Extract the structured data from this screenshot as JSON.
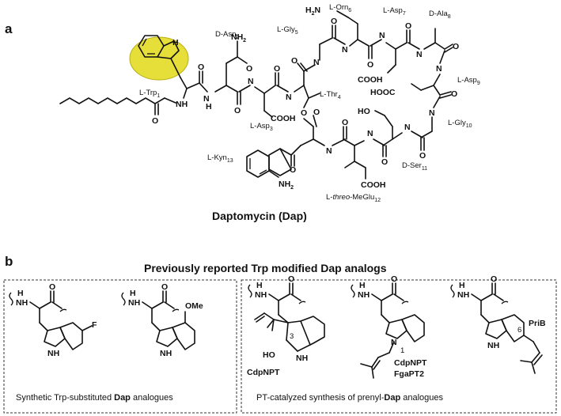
{
  "panel_a": {
    "label": "a",
    "compound_title": "Daptomycin (Dap)",
    "residues": {
      "trp1": "L-Trp",
      "trp1_n": "1",
      "asn2": "D-Asn",
      "asn2_n": "2",
      "asp3": "L-Asp",
      "asp3_n": "3",
      "thr4": "L-Thr",
      "thr4_n": "4",
      "gly5": "L-Gly",
      "gly5_n": "5",
      "orn6": "L-Orn",
      "orn6_n": "6",
      "asp7": "L-Asp",
      "asp7_n": "7",
      "ala8": "D-Ala",
      "ala8_n": "8",
      "asp9": "L-Asp",
      "asp9_n": "9",
      "gly10": "L-Gly",
      "gly10_n": "10",
      "ser11": "D-Ser",
      "ser11_n": "11",
      "meglu_prefix": "L-",
      "meglu_italic": "threo",
      "meglu_suffix": "-MeGlu",
      "meglu_n": "12",
      "kyn13": "L-Kyn",
      "kyn13_n": "13"
    },
    "atoms": {
      "h2n": "H2N",
      "nh2": "NH2",
      "nh2_kyn": "NH2",
      "nh": "NH",
      "h": "H",
      "n": "N",
      "o": "O",
      "cooh": "COOH",
      "hooc": "HOOC",
      "ho": "HO"
    },
    "highlight_color": "#e6df3a"
  },
  "panel_b": {
    "label": "b",
    "title": "Previously reported Trp modified Dap analogs",
    "left_box": {
      "caption_pre": "Synthetic Trp-substituted ",
      "caption_bold": "Dap",
      "caption_post": " analogues",
      "substituent_1": "F",
      "substituent_2": "OMe",
      "nh_label": "NH",
      "indole_nh": "NH",
      "hn": "H",
      "o": "O"
    },
    "right_box": {
      "caption_pre": "PT-catalyzed synthesis of prenyl-",
      "caption_bold": "Dap",
      "caption_post": " analogues",
      "enzyme_1": "CdpNPT",
      "enzyme_2a": "CdpNPT",
      "enzyme_2b": "FgaPT2",
      "enzyme_3": "PriB",
      "pos_3": "3",
      "pos_1": "1",
      "pos_6": "6",
      "ho": "HO",
      "n_label": "N",
      "o": "O"
    }
  }
}
